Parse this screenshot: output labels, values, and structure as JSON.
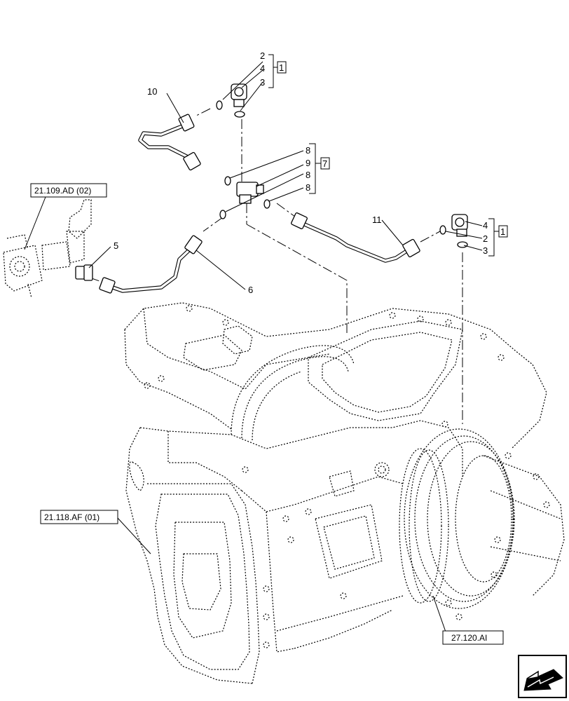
{
  "callouts": {
    "c1": "1",
    "c2": "2",
    "c3": "3",
    "c4": "4",
    "c5": "5",
    "c6": "6",
    "c7": "7",
    "c8": "8",
    "c9": "9",
    "c10": "10",
    "c11": "11"
  },
  "references": {
    "ref_a": "21.109.AD (02)",
    "ref_b": "21.118.AF (01)",
    "ref_c": "27.120.AI"
  },
  "icons": {
    "nav": "next-page-arrow-icon"
  }
}
